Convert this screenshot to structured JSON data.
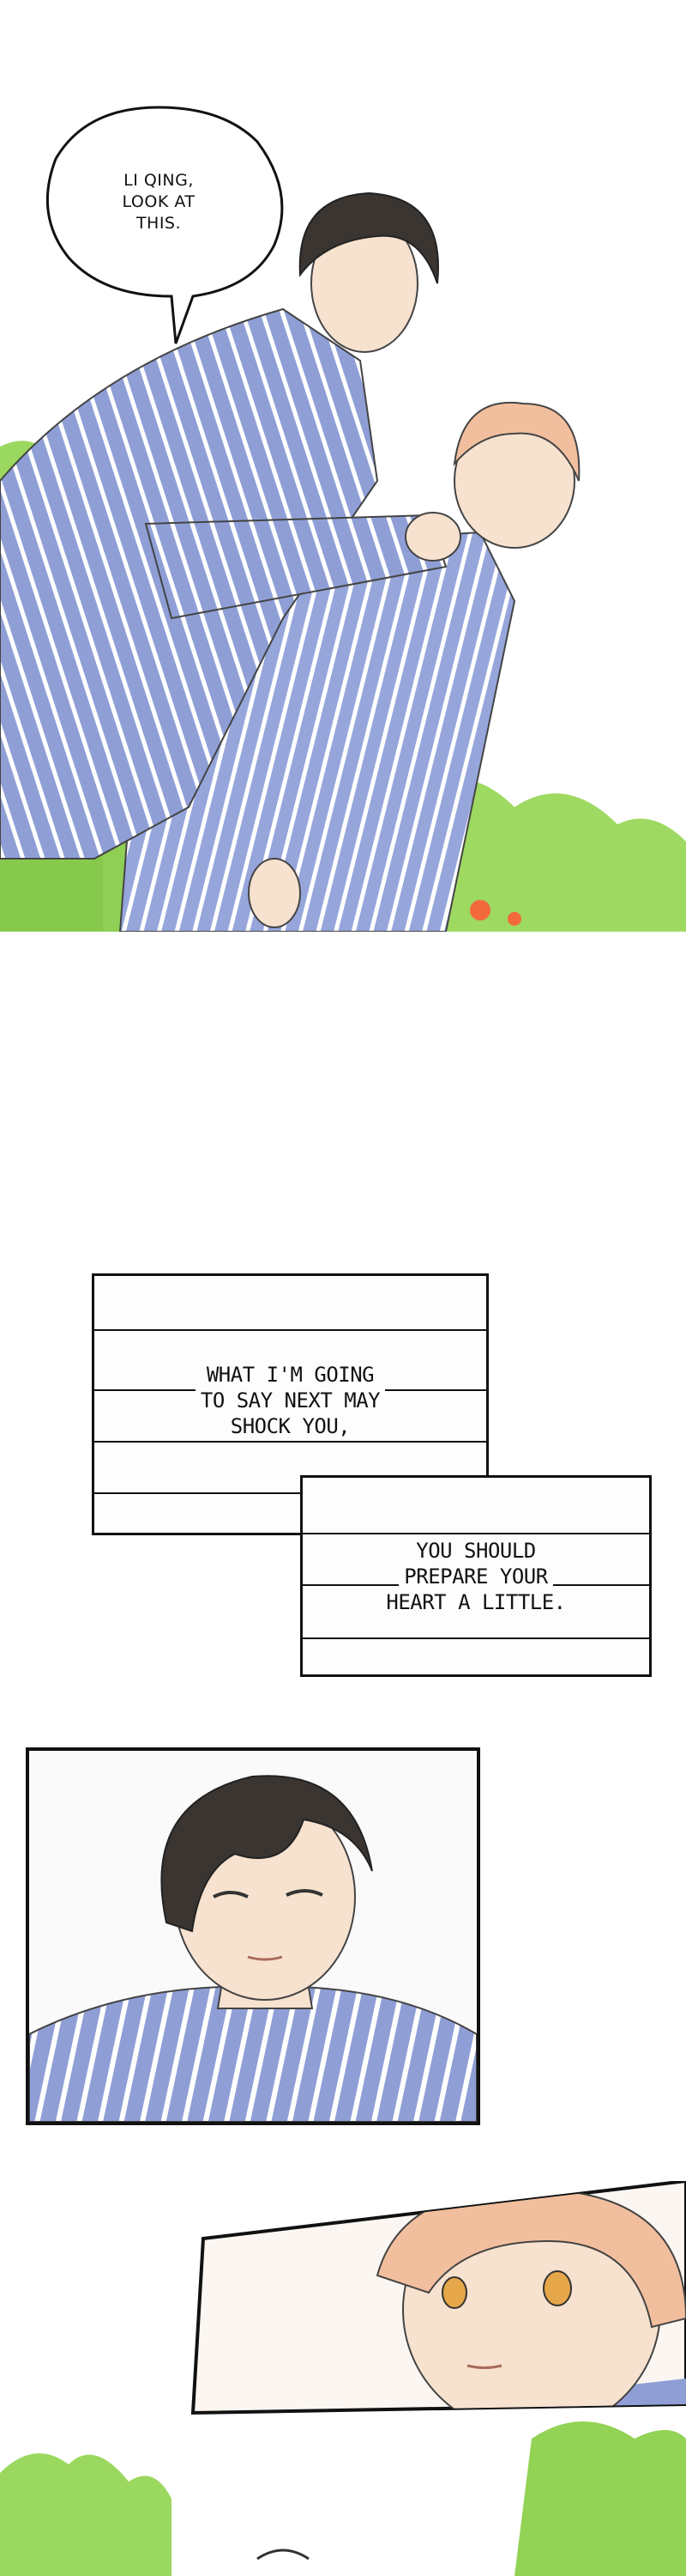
{
  "panel_1": {
    "speech_bubble": "LI QING,\nLOOK AT\nTHIS."
  },
  "caption_1": {
    "lines": [
      "WHAT I'M GOING",
      "TO SAY NEXT MAY",
      "SHOCK YOU,"
    ]
  },
  "caption_2": {
    "lines": [
      "YOU SHOULD",
      "PREPARE YOUR",
      "HEART A LITTLE."
    ]
  },
  "colors": {
    "pajama_blue": "#8f9fd6",
    "pajama_stripe": "#ffffff",
    "grass_green": "#93d45a",
    "flower_orange": "#f26a3c",
    "dark_hair": "#3b3532",
    "light_hair": "#f2bf9e",
    "skin": "#f7e2cf"
  }
}
